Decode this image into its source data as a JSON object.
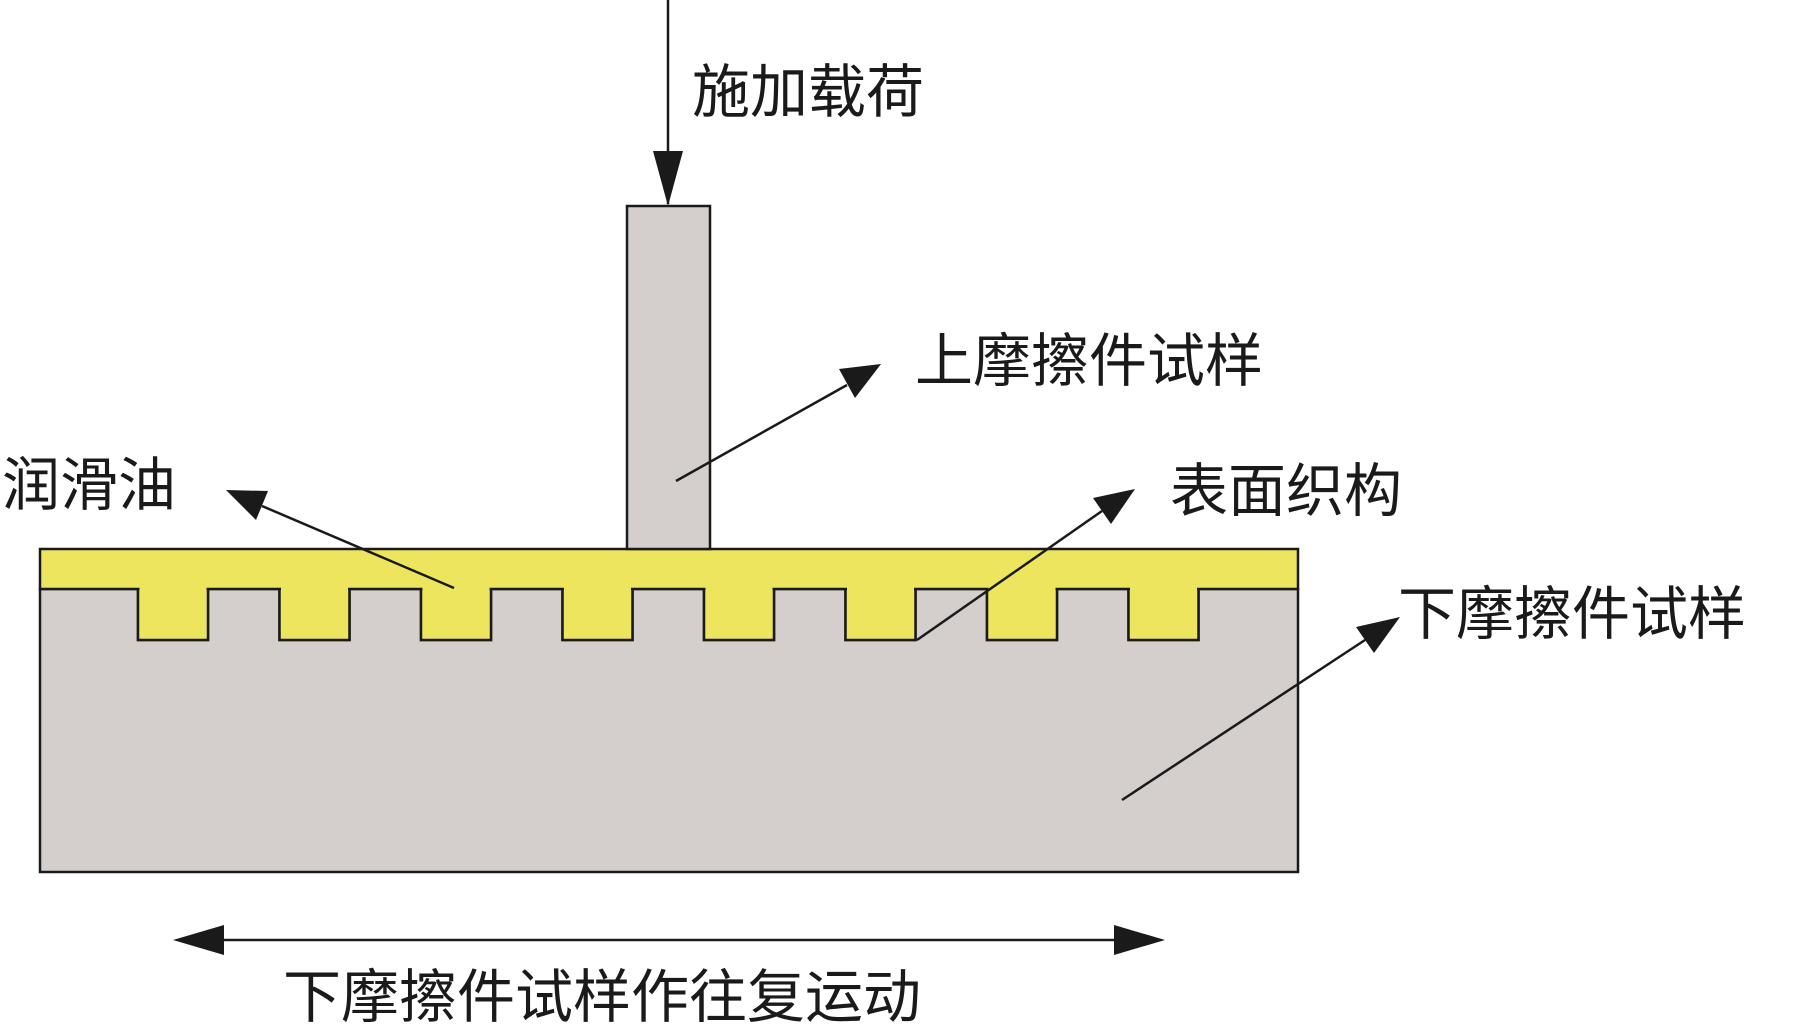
{
  "labels": {
    "load": "施加载荷",
    "upper_specimen": "上摩擦件试样",
    "lubricant": "润滑油",
    "surface_texture": "表面织构",
    "lower_specimen": "下摩擦件试样",
    "motion": "下摩擦件试样作往复运动"
  },
  "colors": {
    "specimen_fill": "#d4cfcc",
    "oil_fill": "#ede55e",
    "outline": "#1a1a1a",
    "background": "#ffffff"
  },
  "texture": {
    "groove_count": 8
  }
}
